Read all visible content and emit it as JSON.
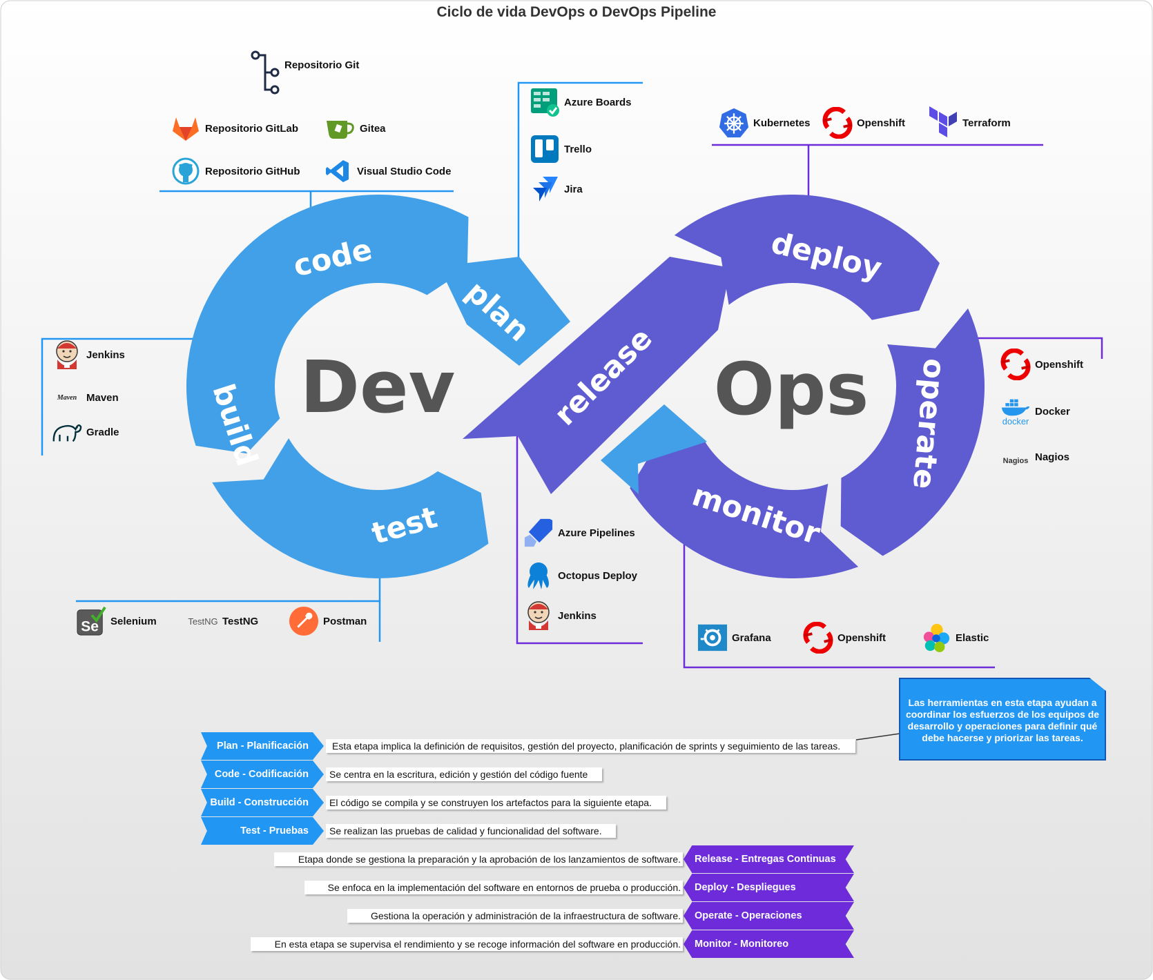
{
  "title": "Ciclo de vida DevOps o DevOps Pipeline",
  "center": {
    "dev": "Dev",
    "ops": "Ops"
  },
  "stages": {
    "code": "code",
    "plan": "plan",
    "build": "build",
    "test": "test",
    "release": "release",
    "deploy": "deploy",
    "operate": "operate",
    "monitor": "monitor"
  },
  "colors": {
    "dev": "#42a0e8",
    "ops": "#5f5bd1",
    "dev_line": "#2196f3",
    "ops_line": "#6d2bd9"
  },
  "tools": {
    "code": [
      "Repositorio Git",
      "Repositorio GitLab",
      "Gitea",
      "Repositorio GitHub",
      "Visual Studio Code"
    ],
    "plan": [
      "Azure Boards",
      "Trello",
      "Jira"
    ],
    "build": [
      "Jenkins",
      "Maven",
      "Gradle"
    ],
    "test": [
      "Selenium",
      "TestNG",
      "Postman"
    ],
    "release": [
      "Azure Pipelines",
      "Octopus Deploy",
      "Jenkins"
    ],
    "deploy": [
      "Kubernetes",
      "Openshift",
      "Terraform"
    ],
    "operate": [
      "Openshift",
      "Docker",
      "Nagios"
    ],
    "monitor": [
      "Grafana",
      "Openshift",
      "Elastic"
    ]
  },
  "logo_text": {
    "maven": "Maven",
    "testng": "TestNG",
    "docker": "docker",
    "nagios": "Nagios"
  },
  "legend_dev": [
    {
      "tag": "Plan - Planificación",
      "desc": "Esta etapa implica la definición de requisitos, gestión del proyecto, planificación de sprints y seguimiento de las tareas."
    },
    {
      "tag": "Code - Codificación",
      "desc": "Se centra en la escritura, edición y gestión del código fuente"
    },
    {
      "tag": "Build - Construcción",
      "desc": "El código se compila y se construyen los artefactos para la siguiente etapa."
    },
    {
      "tag": "Test - Pruebas",
      "desc": "Se realizan las pruebas de calidad y funcionalidad del software."
    }
  ],
  "legend_ops": [
    {
      "tag": "Release - Entregas Continuas",
      "desc": "Etapa donde se gestiona la preparación y la aprobación de los lanzamientos de software."
    },
    {
      "tag": "Deploy - Despliegues",
      "desc": "Se enfoca en la implementación del software en entornos de prueba o producción."
    },
    {
      "tag": "Operate - Operaciones",
      "desc": "Gestiona la operación y administración de la infraestructura de software."
    },
    {
      "tag": "Monitor - Monitoreo",
      "desc": "En esta etapa se supervisa el rendimiento y se recoge información del software en producción."
    }
  ],
  "note": "Las herramientas en esta etapa ayudan a coordinar los esfuerzos de los equipos de desarrollo y operaciones para definir qué debe hacerse y priorizar las tareas."
}
